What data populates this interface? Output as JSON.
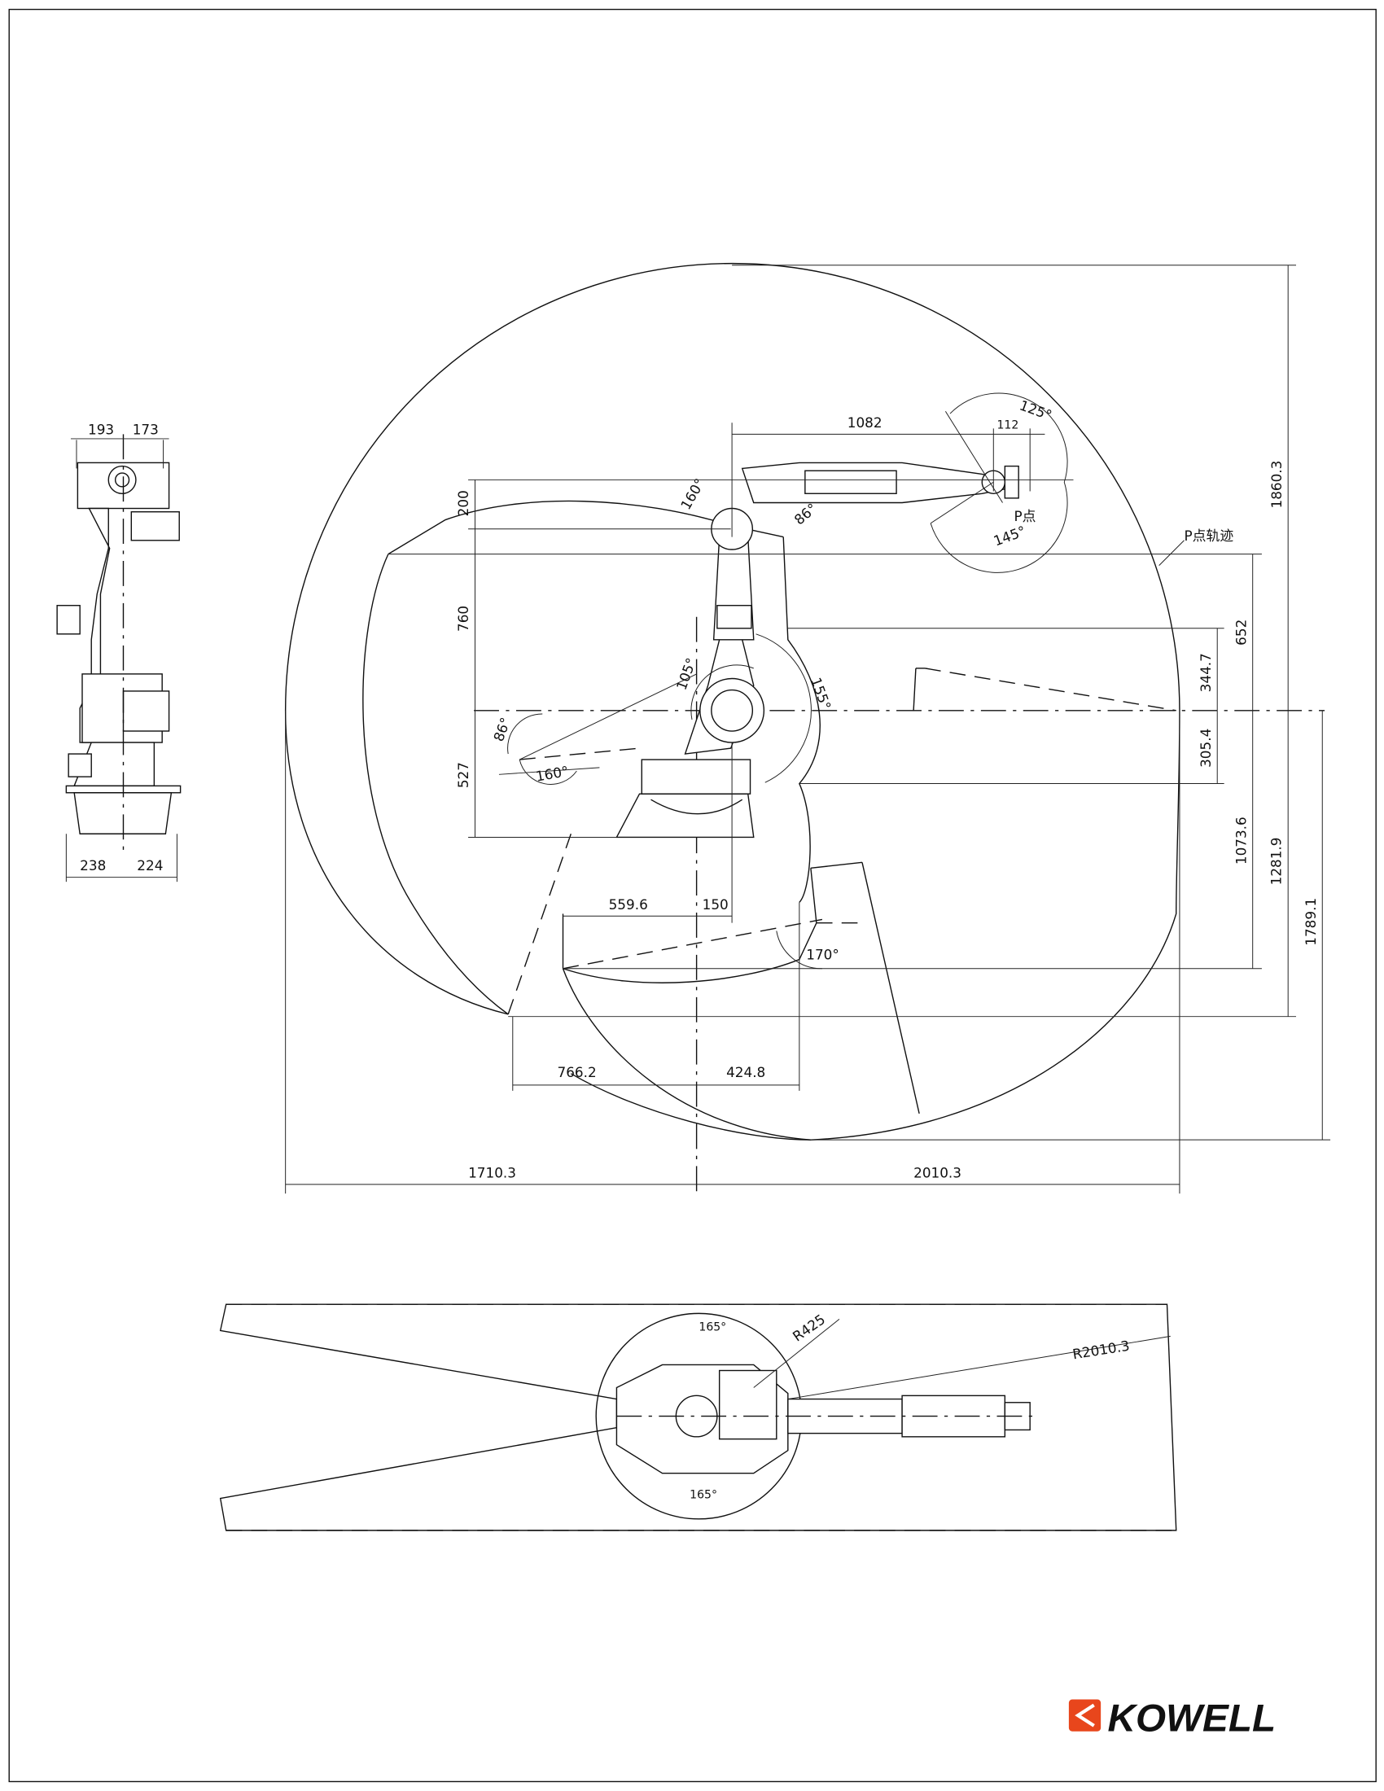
{
  "side_view": {
    "dims": {
      "top_left": "193",
      "top_right": "173",
      "bottom_left": "238",
      "bottom_right": "224"
    }
  },
  "front_view": {
    "dims": {
      "arm_length": "1082",
      "wrist_offset": "112",
      "wrist_angle_up": "125°",
      "wrist_angle_down": "145°",
      "j3_up": "86°",
      "j3_back": "160°",
      "p_point": "P点",
      "p_trajectory": "P点轨迹",
      "h_1860": "1860.3",
      "h_652": "652",
      "h_344": "344.7",
      "h_305": "305.4",
      "h_1073": "1073.6",
      "h_1281": "1281.9",
      "h_1789": "1789.1",
      "v_200": "200",
      "v_760": "760",
      "v_527": "527",
      "j2_fwd": "105°",
      "j2_back": "155°",
      "j3_86": "86°",
      "j3_160": "160°",
      "w_559": "559.6",
      "w_150": "150",
      "a_170": "170°",
      "w_766": "766.2",
      "w_424": "424.8",
      "w_1710": "1710.3",
      "w_2010": "2010.3"
    }
  },
  "top_view": {
    "dims": {
      "angle_top": "165°",
      "angle_bottom": "165°",
      "r_small": "R425",
      "r_large": "R2010.3"
    }
  },
  "logo": {
    "text": "KOWELL",
    "accent": "#e8461c"
  }
}
